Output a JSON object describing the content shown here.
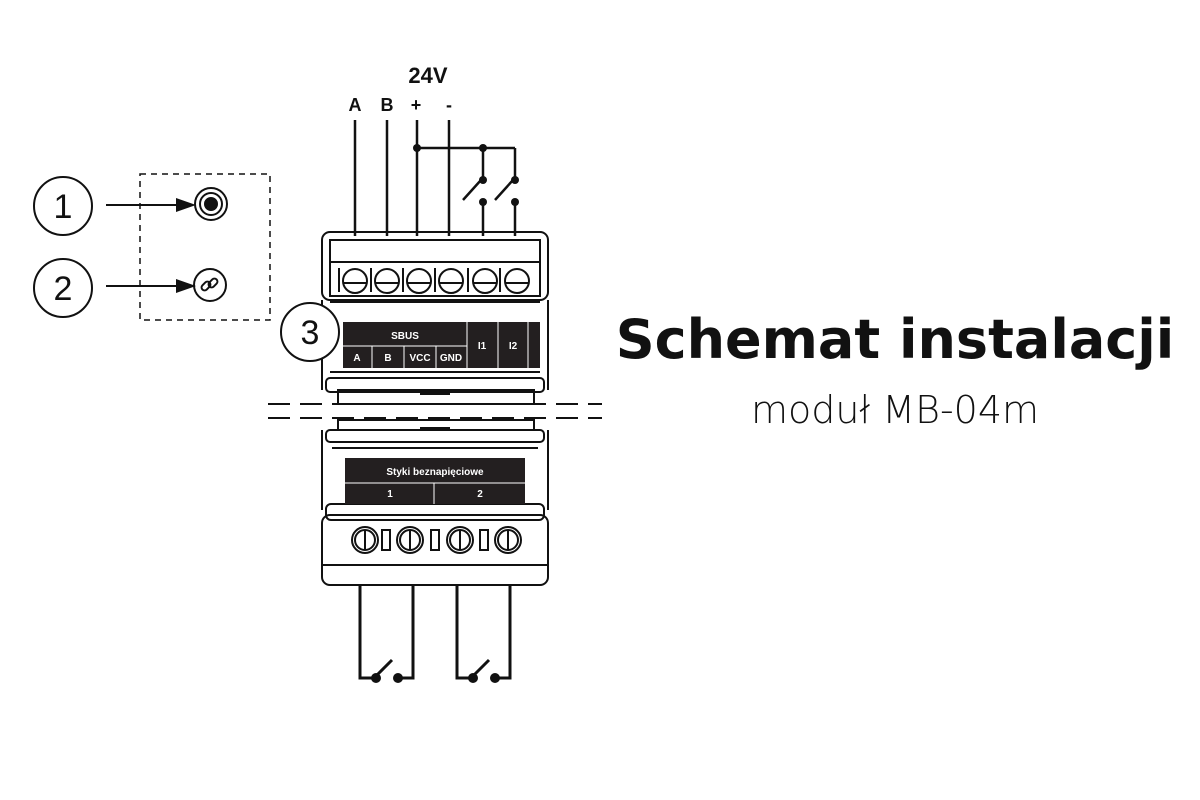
{
  "supply_label": "24V",
  "wire_labels": [
    "A",
    "B",
    "+",
    "-"
  ],
  "callouts": [
    "1",
    "2",
    "3"
  ],
  "icons": [
    "indicator-led-icon",
    "link-button-icon"
  ],
  "top_panel": {
    "group": "SBUS",
    "columns": [
      "A",
      "B",
      "VCC",
      "GND"
    ],
    "inputs": [
      "I1",
      "I2"
    ]
  },
  "bottom_panel": {
    "group": "Styki beznapięciowe",
    "columns": [
      "1",
      "2"
    ]
  },
  "title": "Schemat instalacji",
  "subtitle": "moduł MB-04m"
}
